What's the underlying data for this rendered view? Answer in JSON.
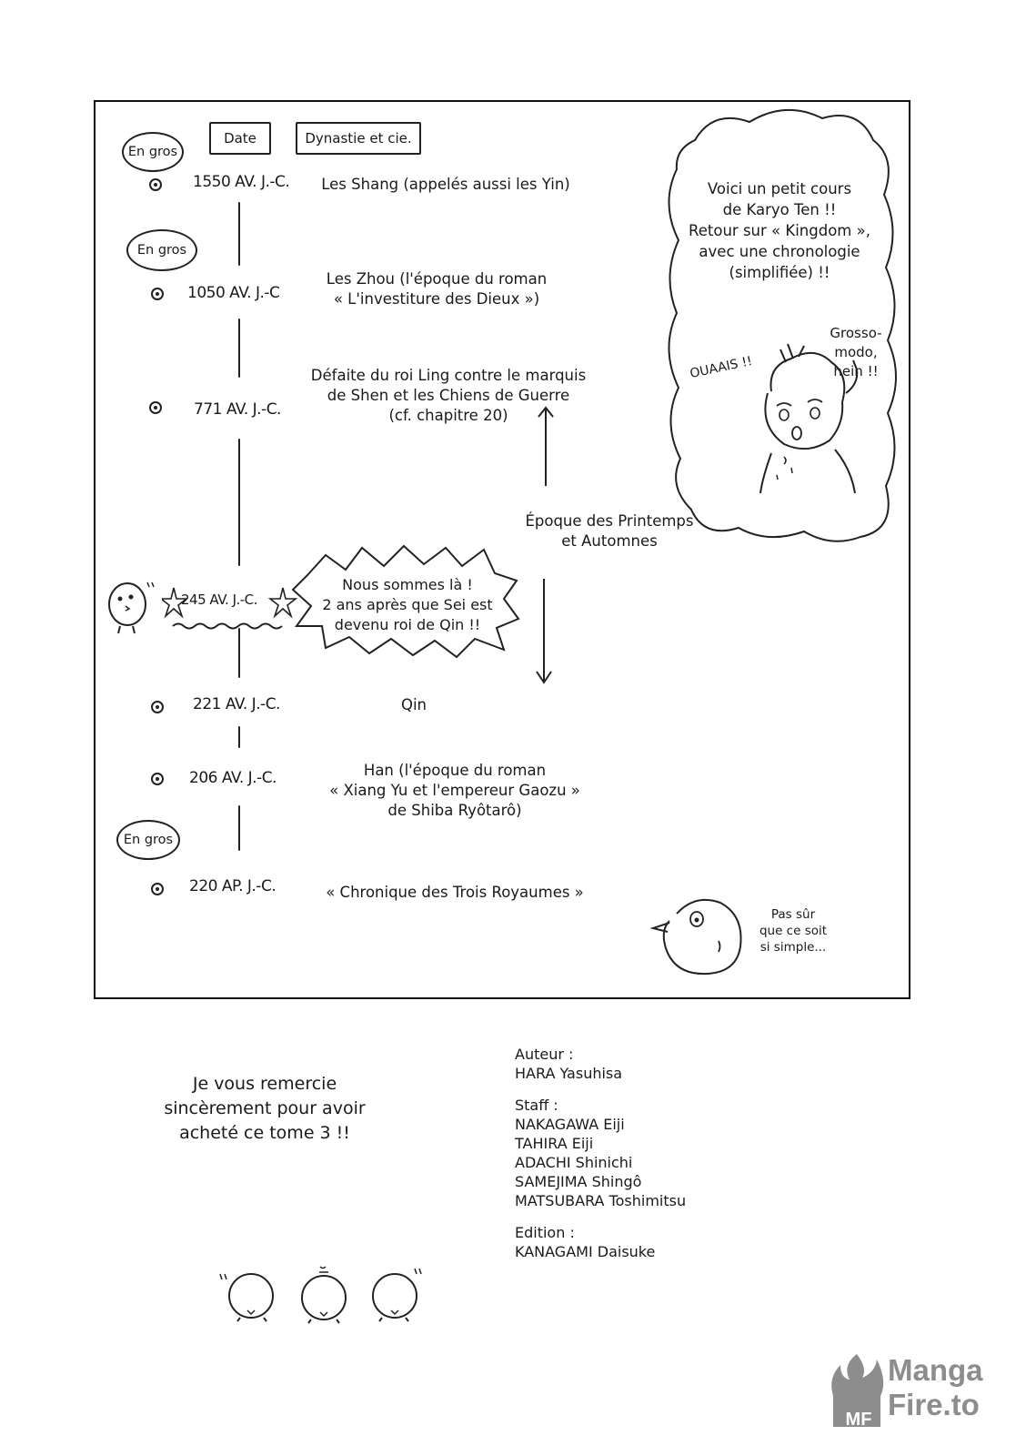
{
  "headers": {
    "date": "Date",
    "dynasty": "Dynastie et cie."
  },
  "en_gros": [
    "En gros",
    "En gros",
    "En gros"
  ],
  "timeline": [
    {
      "date": "1550 AV. J.-C.",
      "dynasty": "Les Shang (appelés aussi les Yin)"
    },
    {
      "date": "1050 AV. J.-C",
      "dynasty_lines": [
        "Les Zhou (l'époque du roman",
        "« L'investiture des Dieux »)"
      ]
    },
    {
      "date": "771 AV. J.-C.",
      "dynasty_lines": [
        "Défaite du roi Ling contre le marquis",
        "de Shen et les Chiens de Guerre",
        "(cf. chapitre 20)"
      ]
    },
    {
      "date": "245 AV. J.-C."
    },
    {
      "date": "221 AV. J.-C.",
      "dynasty": "Qin"
    },
    {
      "date": "206 AV. J.-C.",
      "dynasty_lines": [
        "Han (l'époque du roman",
        "« Xiang Yu et l'empereur Gaozu »",
        "de Shiba Ryôtarô)"
      ]
    },
    {
      "date": "220 AP. J.-C.",
      "dynasty": "« Chronique des Trois Royaumes »"
    }
  ],
  "era_label": [
    "Époque des Printemps",
    "et Automnes"
  ],
  "bubble_now": [
    "Nous sommes là !",
    "2 ans après que Sei est",
    "devenu roi de Qin !!"
  ],
  "bubble_intro": [
    "Voici un petit cours",
    "de Karyo Ten !!",
    "Retour sur « Kingdom »,",
    "avec une chronologie",
    "(simplifiée) !!"
  ],
  "shout": "OUAAIS !!",
  "grosso": [
    "Grosso-",
    "modo,",
    "hein !!"
  ],
  "bird_doubt": [
    "Pas sûr",
    "que ce soit",
    "si simple..."
  ],
  "thanks": [
    "Je vous remercie",
    "sincèrement pour avoir",
    "acheté ce tome 3 !!"
  ],
  "credits": {
    "author_label": "Auteur :",
    "author": "HARA Yasuhisa",
    "staff_label": "Staff :",
    "staff": [
      "NAKAGAWA Eiji",
      "TAHIRA Eiji",
      "ADACHI Shinichi",
      "SAMEJIMA Shingô",
      "MATSUBARA Toshimitsu"
    ],
    "edition_label": "Edition :",
    "edition": "KANAGAMI Daisuke"
  },
  "watermark": {
    "line1": "Manga",
    "line2": "Fire.to",
    "badge": "MF",
    "color": "#8d8d8d"
  }
}
